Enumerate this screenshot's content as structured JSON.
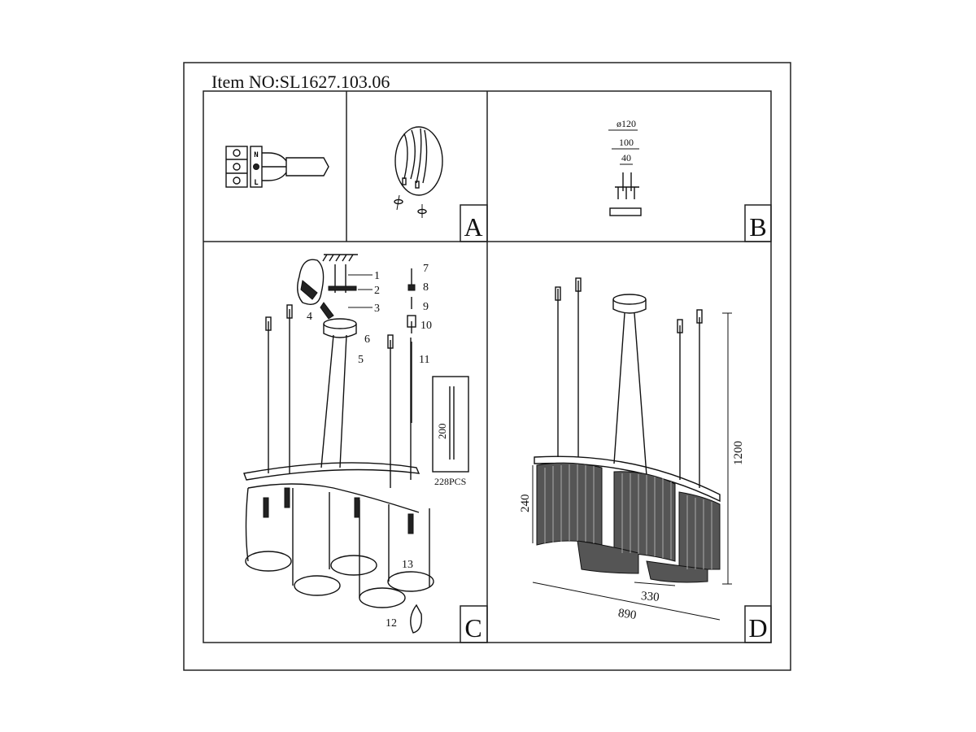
{
  "title": "Item NO:SL1627.103.06",
  "panels": {
    "a": {
      "label": "A",
      "terminal_marks": [
        "N",
        "L"
      ]
    },
    "b": {
      "label": "B",
      "dims": [
        "ø120",
        "100",
        "40"
      ]
    },
    "c": {
      "label": "C",
      "parts": [
        "1",
        "2",
        "3",
        "4",
        "5",
        "6",
        "7",
        "8",
        "9",
        "10",
        "11",
        "12",
        "13"
      ],
      "rod_length": "200",
      "rod_count": "228PCS"
    },
    "d": {
      "label": "D",
      "dims": {
        "height_total": "1200",
        "height_shade": "240",
        "shade_width": "330",
        "length": "890"
      }
    }
  }
}
